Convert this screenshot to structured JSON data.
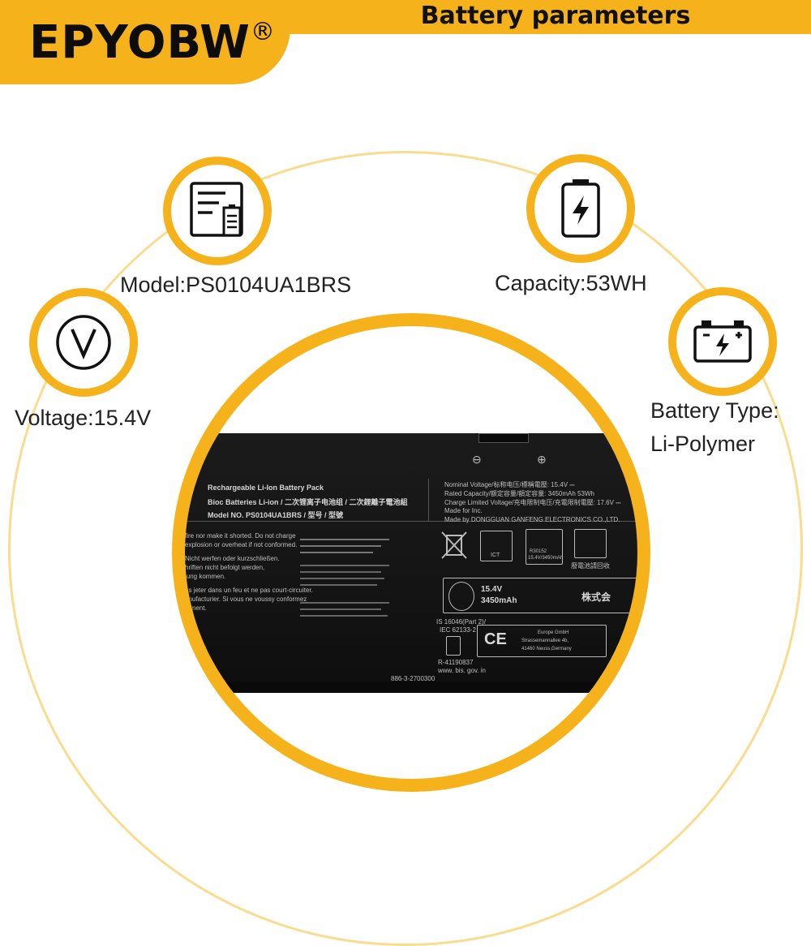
{
  "header": {
    "brand": "EPYOBW",
    "brand_mark": "®",
    "title": "Battery parameters"
  },
  "specs": {
    "model": "Model:PS0104UA1BRS",
    "capacity": "Capacity:53WH",
    "voltage": "Voltage:15.4V",
    "type_line1": "Battery Type:",
    "type_line2": "Li-Polymer"
  },
  "icons": {
    "model": "document-battery-icon",
    "capacity": "battery-charging-icon",
    "voltage": "voltage-v-icon",
    "type": "car-battery-icon"
  },
  "battery_label": {
    "line1": "Rechargeable Li-Ion Battery Pack",
    "line2": "Bioc Batteries Li-ion / 二次锂离子电池组 / 二次鋰離子電池組",
    "line3": "Model NO. PS0104UA1BRS / 型号 / 型號",
    "nominal": "Nominal Voltage/标称电压/標稱電壓: 15.4V ⎓",
    "rated": "Rated Capacity/额定容量/額定容量: 3450mAh 53Wh",
    "charge": "Charge Limited Voltage/充电限制电压/充電限制電壓: 17.6V ⎓",
    "made_for": "Made for                  Inc.",
    "made_by": "Made by DONGGUAN GANFENG ELECTRONICS CO.,LTD.",
    "warn1": "fire nor make it shorted. Do not charge",
    "warn2": "explosion or overheat if not conformed.",
    "warn3": "Nicht werfen oder kurzschließen.",
    "warn4": "hriften nicht befolgt werden,",
    "warn5": "lung kommen.",
    "warn6": "as jeter dans un feu et ne pas court-circuiter.",
    "warn7": "anufacturier. Si vous ne voussy conformez",
    "warn8": "fement.",
    "ps_voltage": "15.4V",
    "ps_capacity": "3450mAh",
    "jp": "株式会",
    "is": "IS 16046(Part 2)/",
    "iec": "IEC 62133-2",
    "r_no": "R-41190837",
    "bis": "www. bis. gov. in",
    "eu1": "Europe GmbH",
    "eu2": "Strassemannallee 4b,",
    "eu3": "41460 Neuss,Germany",
    "tel": "886-3-2700300",
    "recycle": "廢電池請回收",
    "ict": "ICT",
    "r_code": "R30152",
    "r_spec": "15.4V/3450mAh",
    "minus": "⊖",
    "plus": "⊕"
  }
}
